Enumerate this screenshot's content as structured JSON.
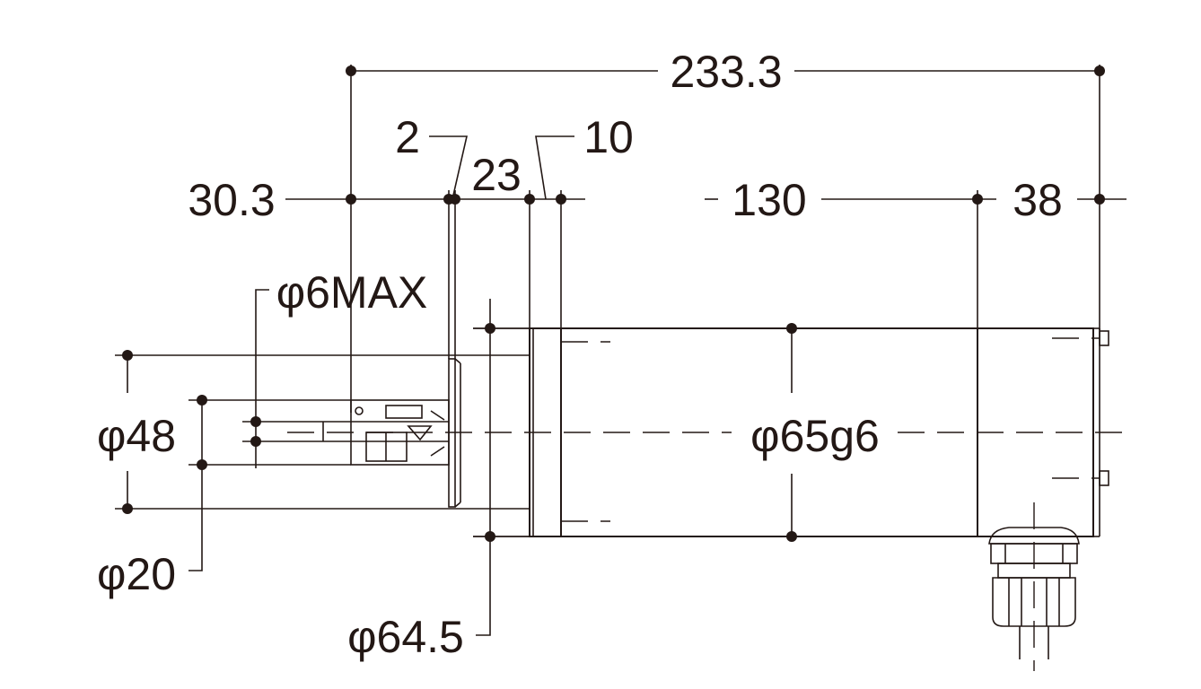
{
  "drawing": {
    "colors": {
      "line": "#231815",
      "background": "#ffffff"
    },
    "dimensions": {
      "overall_length": "233.3",
      "shaft_length": "30.3",
      "flange_thickness": "2",
      "pilot_length": "23",
      "flange_width": "10",
      "body_length": "130",
      "rear_length": "38",
      "shaft_diameter_max": "φ6MAX",
      "pilot_diameter": "φ48",
      "boss_diameter": "φ20",
      "body_diameter": "φ65g6",
      "flange_diameter": "φ64.5"
    }
  }
}
